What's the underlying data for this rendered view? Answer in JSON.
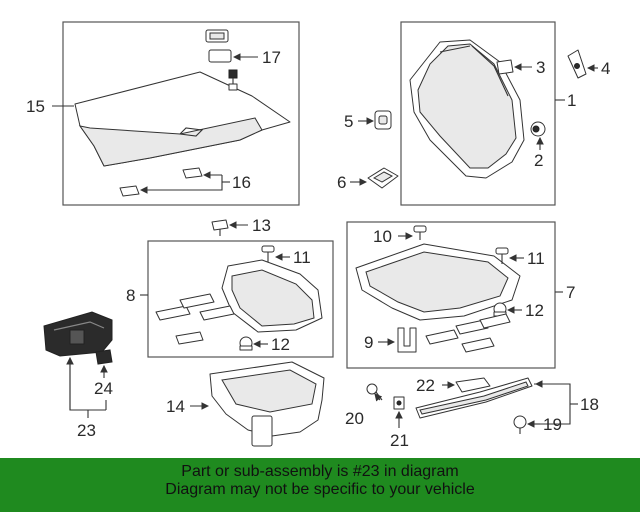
{
  "callouts": {
    "c1": "1",
    "c2": "2",
    "c3": "3",
    "c4": "4",
    "c5": "5",
    "c6": "6",
    "c7": "7",
    "c8": "8",
    "c9": "9",
    "c10": "10",
    "c11a": "11",
    "c11b": "11",
    "c12a": "12",
    "c12b": "12",
    "c13": "13",
    "c14": "14",
    "c15": "15",
    "c16": "16",
    "c17": "17",
    "c18": "18",
    "c19": "19",
    "c20": "20",
    "c21": "21",
    "c22": "22",
    "c23": "23",
    "c24": "24"
  },
  "footer": {
    "line1": "Part or sub-assembly is #23 in diagram",
    "line2": "Diagram may not be specific to your vehicle",
    "background": "#1f8a1f"
  },
  "highlight_part": "23"
}
